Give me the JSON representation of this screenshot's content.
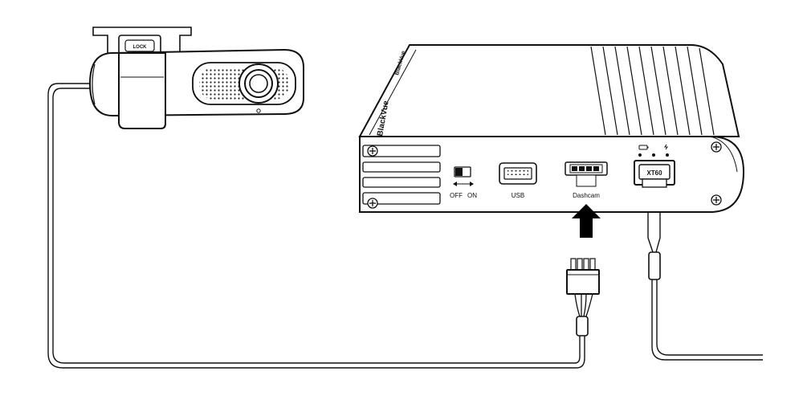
{
  "camera": {
    "lock_label": "LOCK"
  },
  "battery_pack": {
    "brand_front": "BlackVue",
    "brand_top": "BlackVue",
    "switch_off_label": "OFF",
    "switch_on_label": "ON",
    "usb_label": "USB",
    "dashcam_label": "Dashcam",
    "xt60_label": "XT60"
  },
  "colors": {
    "line": "#111111",
    "background": "#ffffff",
    "arrow": "#000000"
  }
}
